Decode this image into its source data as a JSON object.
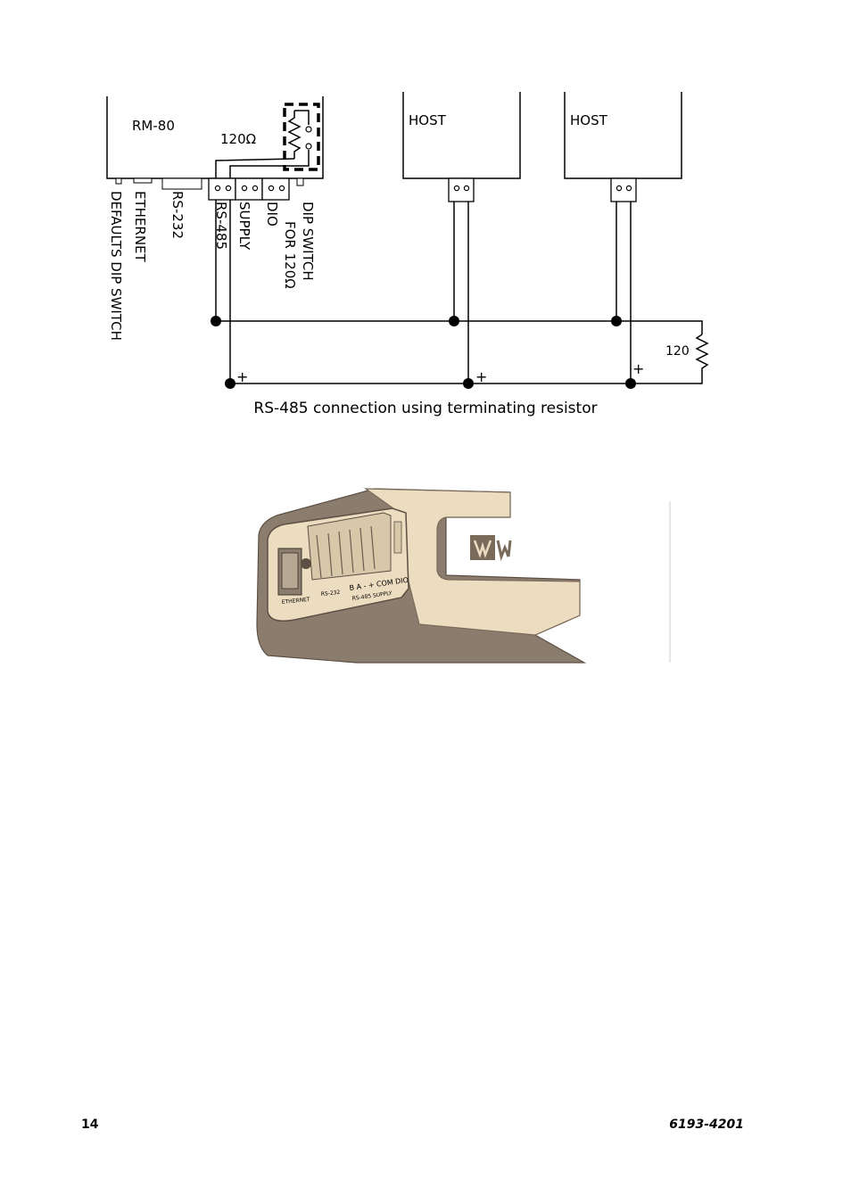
{
  "diagram": {
    "device_label": "RM-80",
    "resistor_top_label": "120Ω",
    "host_labels": [
      "HOST",
      "HOST"
    ],
    "terminal_resistor_label": "120",
    "plus_signs": [
      "+",
      "+",
      "+"
    ],
    "vertical_labels": {
      "defaults": "DEFAULTS DIP SWITCH",
      "ethernet": "ETHERNET",
      "rs232": "RS-232",
      "rs485": "RS-485",
      "supply": "SUPPLY",
      "dio": "DIO",
      "dip_line1": "DIP SWITCH",
      "dip_line2": "FOR 120Ω"
    },
    "caption": "RS-485 connection using terminating resistor"
  },
  "photo": {
    "port_labels": [
      "ETHERNET",
      "RS-232",
      "B A - + COM DIO",
      "RS-485 SUPPLY"
    ]
  },
  "footer": {
    "page_number": "14",
    "doc_number": "6193-4201"
  },
  "colors": {
    "device_body": "#ecdcc0",
    "device_shadow": "#8b7d6e",
    "device_dark": "#6b5d50",
    "logo": "#7a6a5a"
  }
}
